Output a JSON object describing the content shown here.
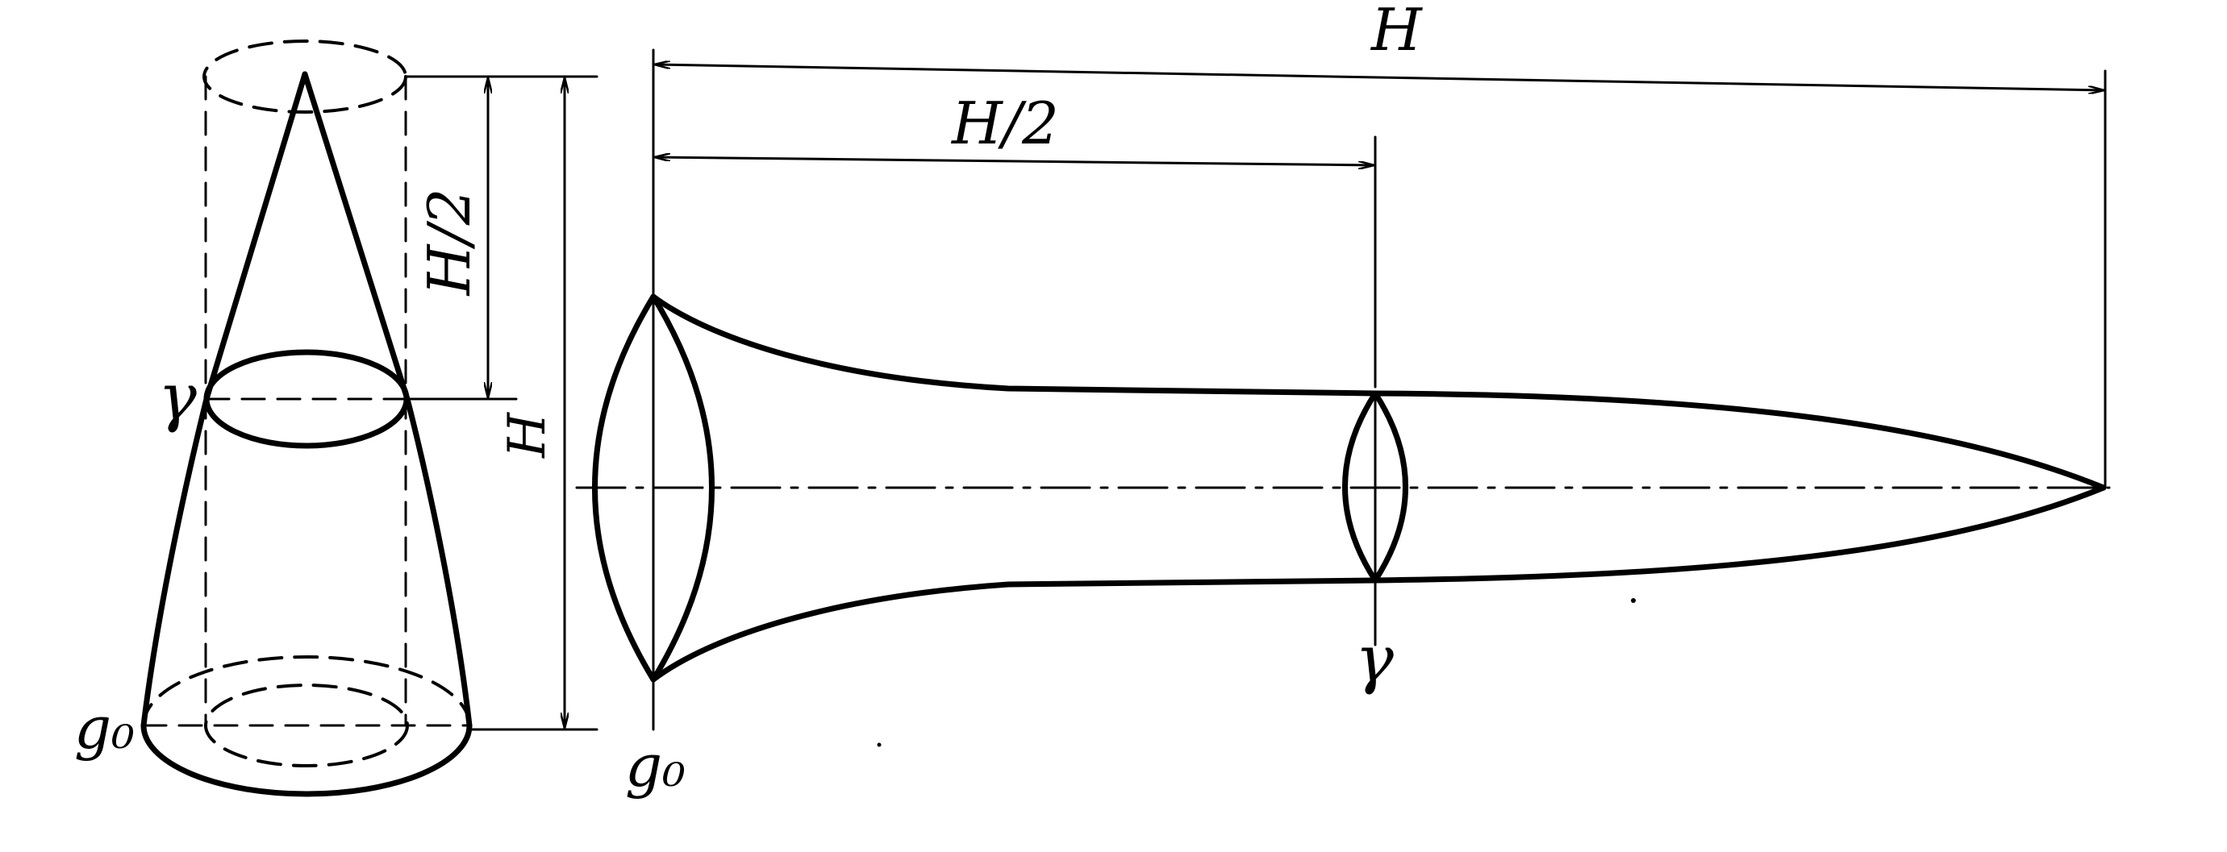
{
  "labels": {
    "total_height": "H",
    "half_height": "H/2",
    "mid_section": "γ",
    "base_section": "g₀"
  },
  "colors": {
    "ink": "#000000",
    "paper": "#ffffff"
  }
}
